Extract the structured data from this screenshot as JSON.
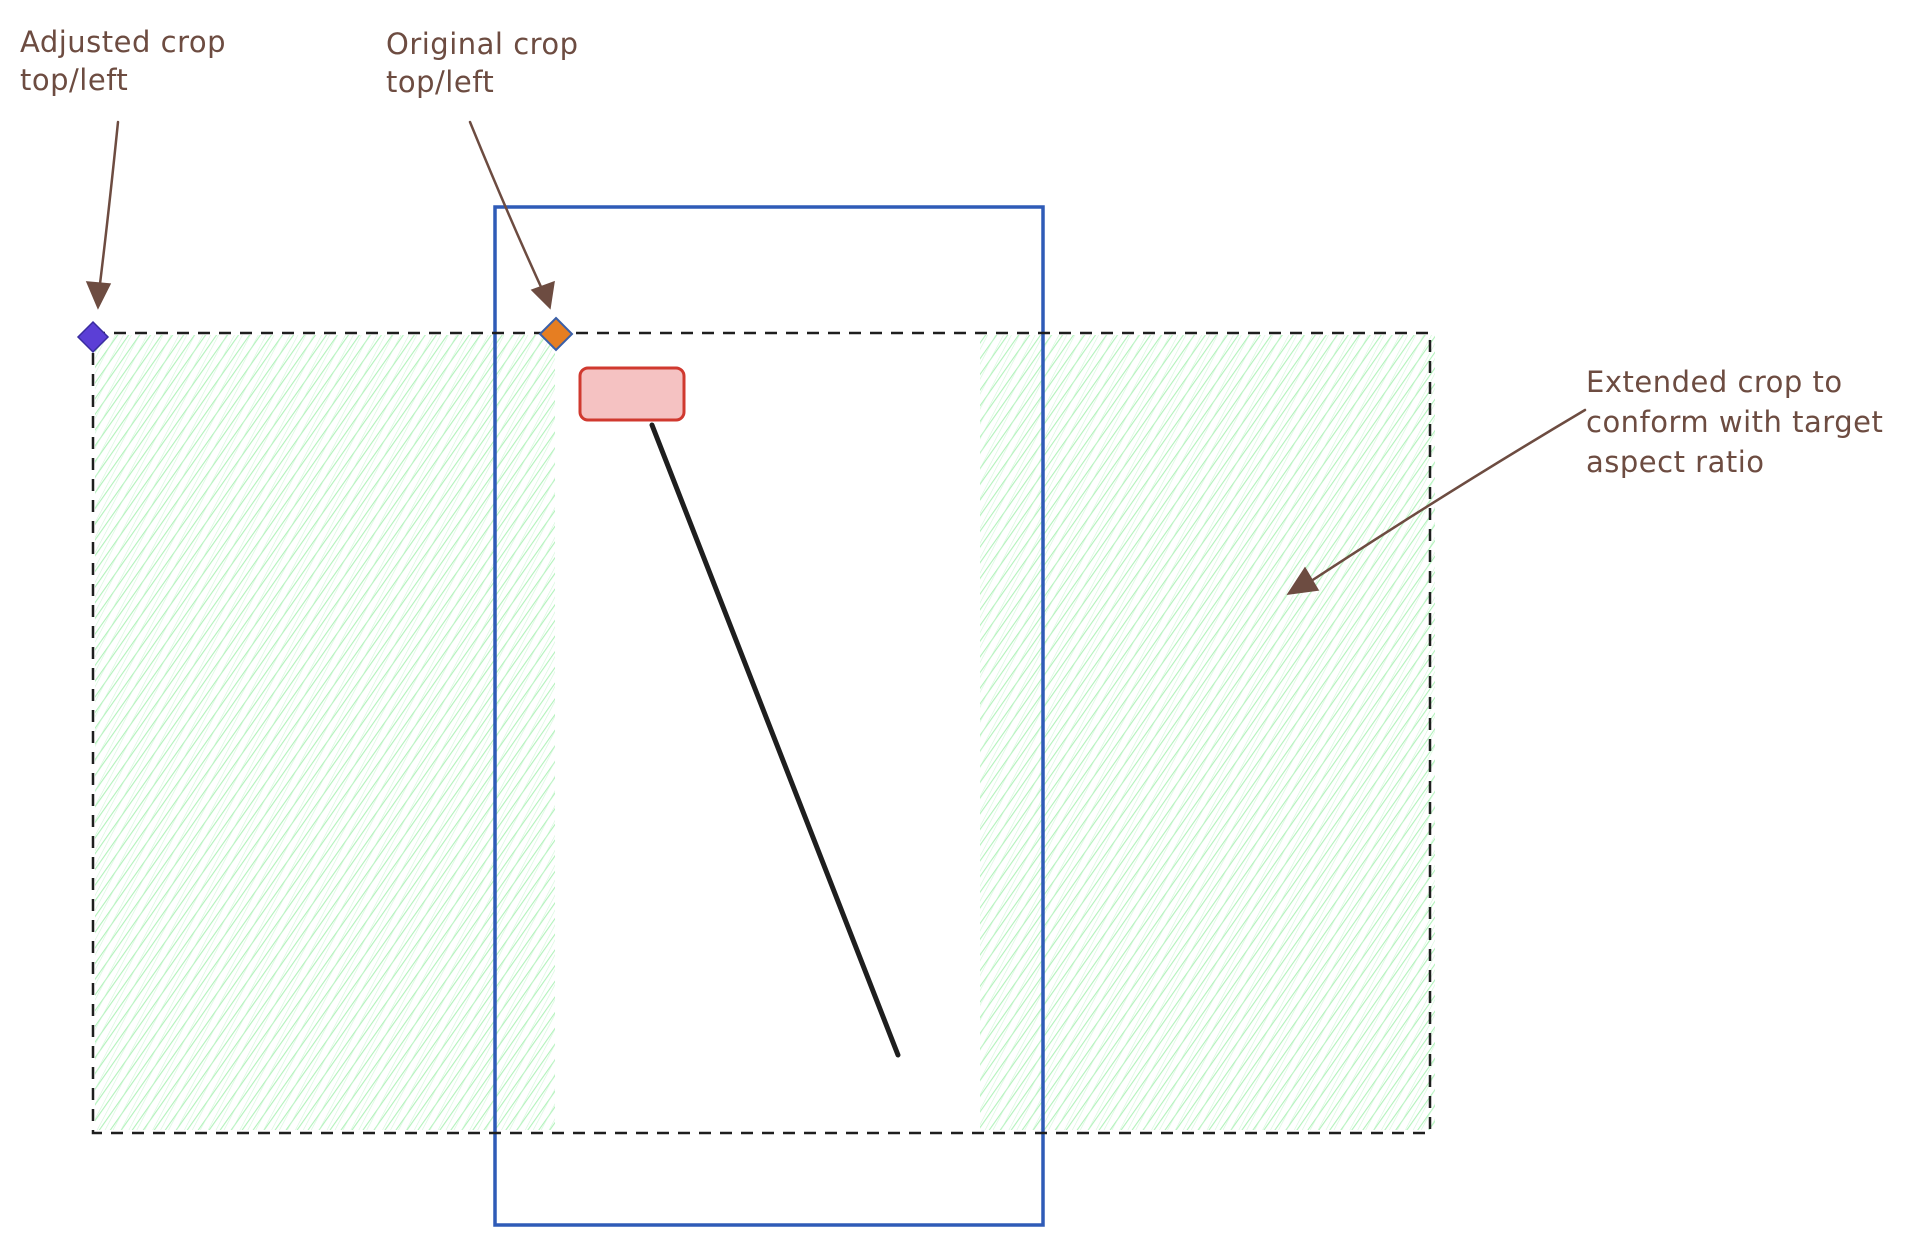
{
  "annotations": {
    "adjusted": {
      "line1": "Adjusted crop",
      "line2": "top/left"
    },
    "original": {
      "line1": "Original crop",
      "line2": "top/left"
    },
    "extended": {
      "line1": "Extended crop to",
      "line2": "conform with target",
      "line3": "aspect ratio"
    }
  },
  "colors": {
    "annotation_text": "#6d4c41",
    "arrow": "#6d4c41",
    "original_crop_border": "#2f5bb7",
    "extended_crop_border": "#1e1e1e",
    "extended_hatch": "#b2f2bb",
    "adjusted_marker": "#5b3fd6",
    "original_marker": "#e67e22",
    "original_marker_border": "#3a5fa8",
    "subject_box_fill": "#f5c2c2",
    "subject_box_border": "#d0392f",
    "subject_line": "#1e1e1e"
  }
}
